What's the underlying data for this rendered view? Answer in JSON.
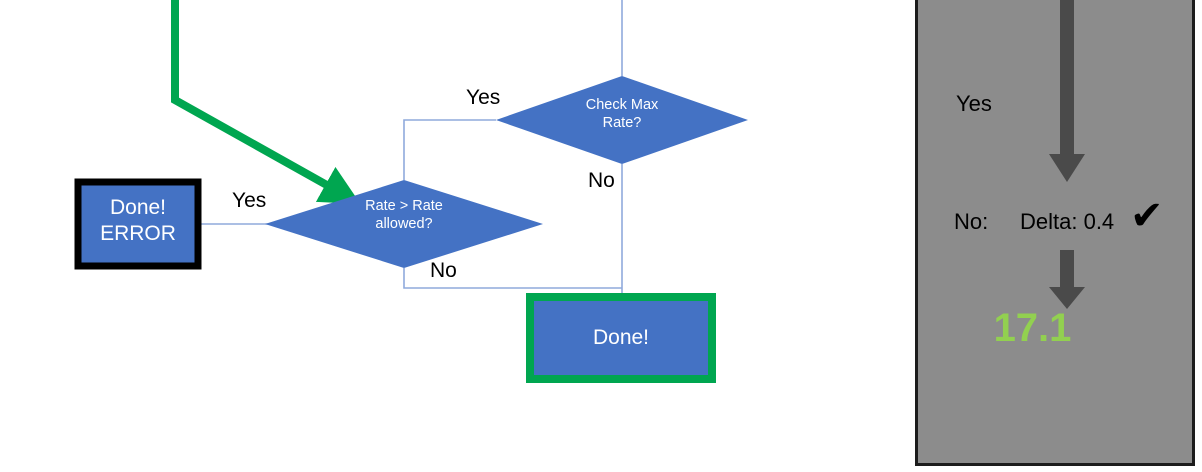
{
  "flowchart": {
    "nodes": [
      {
        "id": "done-error",
        "type": "process-box",
        "label": "Done!\nERROR",
        "fill": "#4472c4",
        "border": "#000000"
      },
      {
        "id": "rate-gt-rate-allowed",
        "type": "decision-diamond",
        "label": "Rate > Rate\nallowed?",
        "fill": "#4472c4"
      },
      {
        "id": "check-max-rate",
        "type": "decision-diamond",
        "label": "Check Max\nRate?",
        "fill": "#4472c4"
      },
      {
        "id": "done",
        "type": "process-box",
        "label": "Done!",
        "fill": "#4472c4",
        "border": "#00a650"
      }
    ],
    "edge_labels": {
      "yes_to_done_error": "Yes",
      "yes_from_check_max_rate": "Yes",
      "no_from_check_max_rate": "No",
      "no_from_rate_gt_rate": "No"
    },
    "highlight_arrow": {
      "name": "green-highlight-arrow",
      "color": "#00a650",
      "target": "rate-gt-rate-allowed"
    },
    "connector_color": "#8faadc"
  },
  "side_panel": {
    "background": "#8c8c8c",
    "border": "#1c1c1c",
    "arrow_color": "#4a4a4a",
    "yes_label": "Yes",
    "no_label": "No:",
    "delta_label": "Delta: 0.4",
    "check_glyph": "✔",
    "result_value": "17.1",
    "result_color": "#92d050"
  }
}
